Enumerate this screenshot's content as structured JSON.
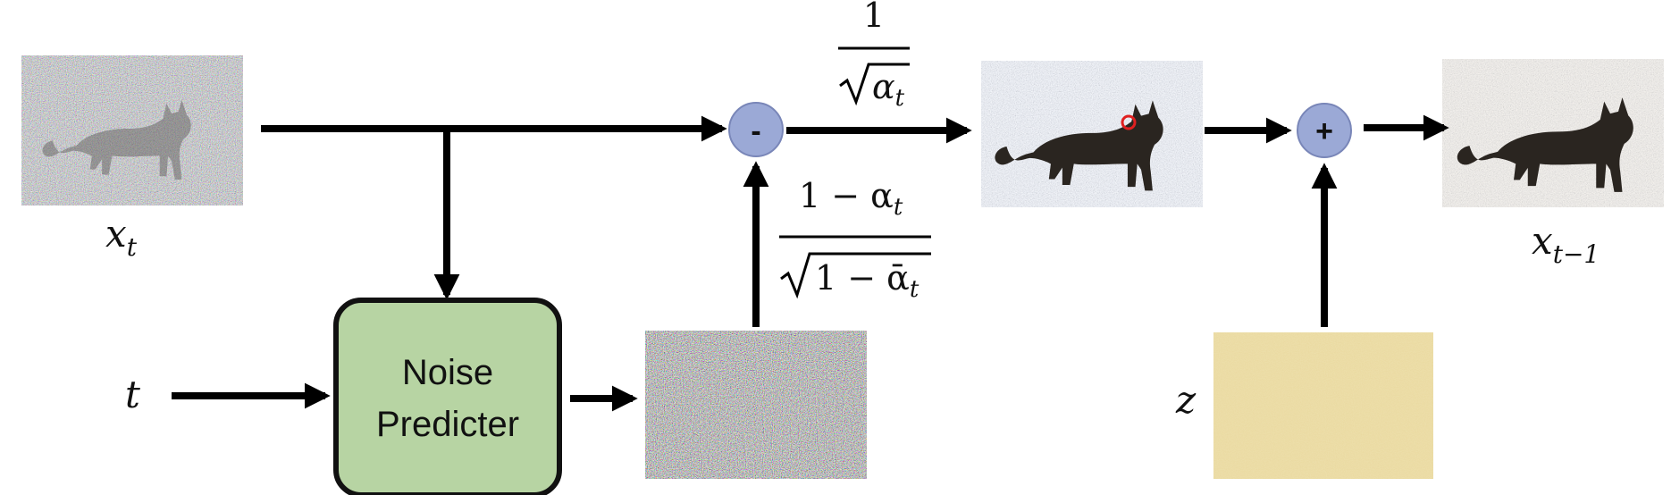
{
  "labels": {
    "x_t": {
      "base": "x",
      "sub": "t"
    },
    "x_t_minus_1": {
      "base": "x",
      "sub": "t−1"
    },
    "t": "t",
    "z": "z"
  },
  "noise_predicter": {
    "line1": "Noise",
    "line2": "Predicter"
  },
  "operators": {
    "minus": "-",
    "plus": "+"
  },
  "coef_top": {
    "numerator": "1",
    "denominator": "α",
    "denominator_sub": "t"
  },
  "coef_mid": {
    "numerator": "1 − α",
    "numerator_sub": "t",
    "denominator": "1 − ᾱ",
    "denominator_sub": "t"
  },
  "colors": {
    "arrow": "#000000",
    "operator_fill": "#9ba9d6",
    "operator_stroke": "#7986b8",
    "box_fill": "#b7d4a3",
    "box_stroke": "#111111",
    "noise_sand": "#d9c47a",
    "marker": "#e02020"
  },
  "images": {
    "noisy_input": "noisy cat image",
    "predicted_noise": "predicted noise image",
    "denoised_intermediate": "partially denoised cat image",
    "output": "output cat image",
    "random_noise": "sampled noise z"
  }
}
